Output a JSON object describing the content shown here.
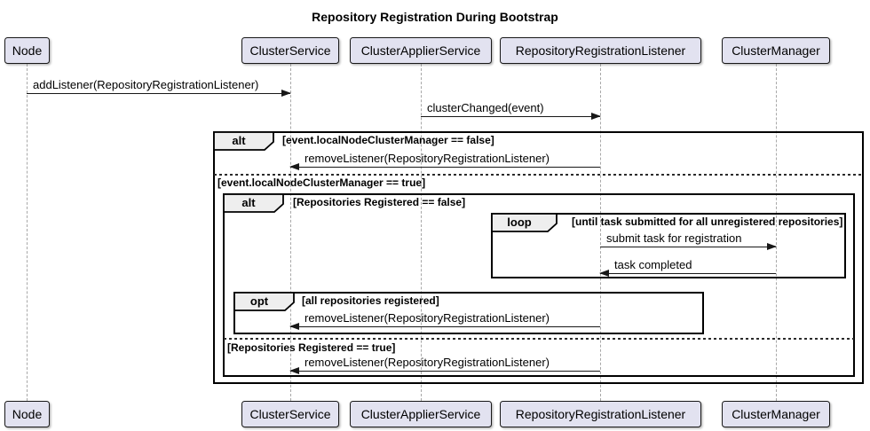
{
  "title": "Repository Registration During Bootstrap",
  "participants": [
    {
      "name": "Node"
    },
    {
      "name": "ClusterService"
    },
    {
      "name": "ClusterApplierService"
    },
    {
      "name": "RepositoryRegistrationListener"
    },
    {
      "name": "ClusterManager"
    }
  ],
  "messages": [
    {
      "id": "add-listener",
      "label": "addListener(RepositoryRegistrationListener)",
      "from": "Node",
      "to": "ClusterService"
    },
    {
      "id": "cluster-changed",
      "label": "clusterChanged(event)",
      "from": "ClusterApplierService",
      "to": "RepositoryRegistrationListener"
    },
    {
      "id": "remove-listener-1",
      "label": "removeListener(RepositoryRegistrationListener)",
      "from": "RepositoryRegistrationListener",
      "to": "ClusterService"
    },
    {
      "id": "submit-task",
      "label": "submit task for registration",
      "from": "RepositoryRegistrationListener",
      "to": "ClusterManager"
    },
    {
      "id": "task-completed",
      "label": "task completed",
      "from": "ClusterManager",
      "to": "RepositoryRegistrationListener"
    },
    {
      "id": "remove-listener-2",
      "label": "removeListener(RepositoryRegistrationListener)",
      "from": "RepositoryRegistrationListener",
      "to": "ClusterService"
    },
    {
      "id": "remove-listener-3",
      "label": "removeListener(RepositoryRegistrationListener)",
      "from": "RepositoryRegistrationListener",
      "to": "ClusterService"
    }
  ],
  "frames": {
    "alt_outer": {
      "label": "alt",
      "guard": "[event.localNodeClusterManager == false]",
      "else_guard": "[event.localNodeClusterManager == true]"
    },
    "alt_inner": {
      "label": "alt",
      "guard": "[Repositories Registered == false]",
      "else_guard": "[Repositories Registered == true]"
    },
    "loop": {
      "label": "loop",
      "guard": "[until task submitted for all unregistered repositories]"
    },
    "opt": {
      "label": "opt",
      "guard": "[all repositories registered]"
    }
  },
  "colors": {
    "participant_fill": "#E2E2F0",
    "participant_border": "#181818",
    "frame_border": "#000000",
    "frame_tag_fill": "#EEEEEE",
    "lifeline": "#A8A8A8",
    "arrow": "#181818",
    "background": "#FFFFFF"
  }
}
